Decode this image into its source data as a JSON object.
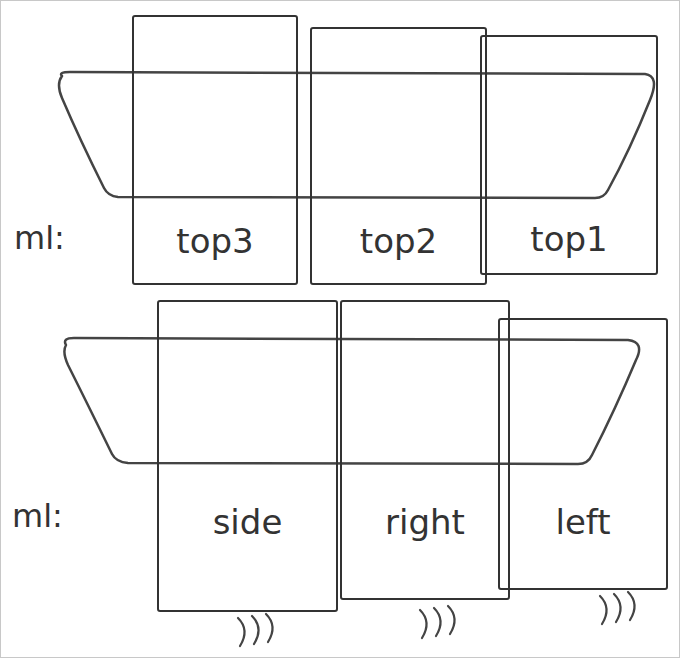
{
  "diagram": {
    "nodes": [
      {
        "text": [
          "top3"
        ]
      },
      {
        "text": [
          "top2"
        ]
      },
      {
        "text": [
          "top1"
        ]
      },
      {
        "text": [
          "side"
        ]
      },
      {
        "text": [
          "right"
        ]
      },
      {
        "text": [
          "left"
        ]
      }
    ],
    "labels": [
      "ml:",
      "ml:"
    ]
  }
}
